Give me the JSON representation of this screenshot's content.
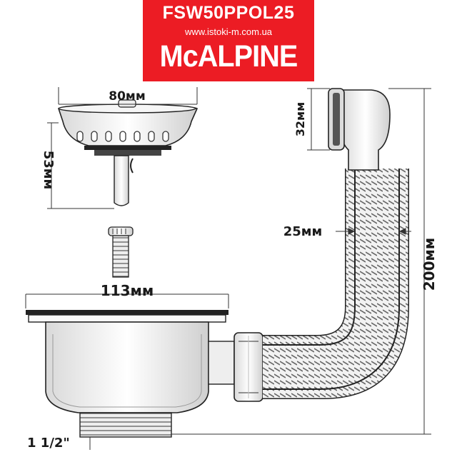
{
  "header": {
    "model_code": "FSW50PPOL25",
    "website": "www.istoki-m.com.ua",
    "brand": "McALPINE",
    "banner_color": "#ec1c24"
  },
  "dimensions": {
    "strainer_width": "80мм",
    "strainer_height": "53мм",
    "overflow_height": "32мм",
    "hose_diameter": "25мм",
    "bowl_width": "113мм",
    "total_height": "200мм",
    "thread_size": "1 1/2\""
  }
}
